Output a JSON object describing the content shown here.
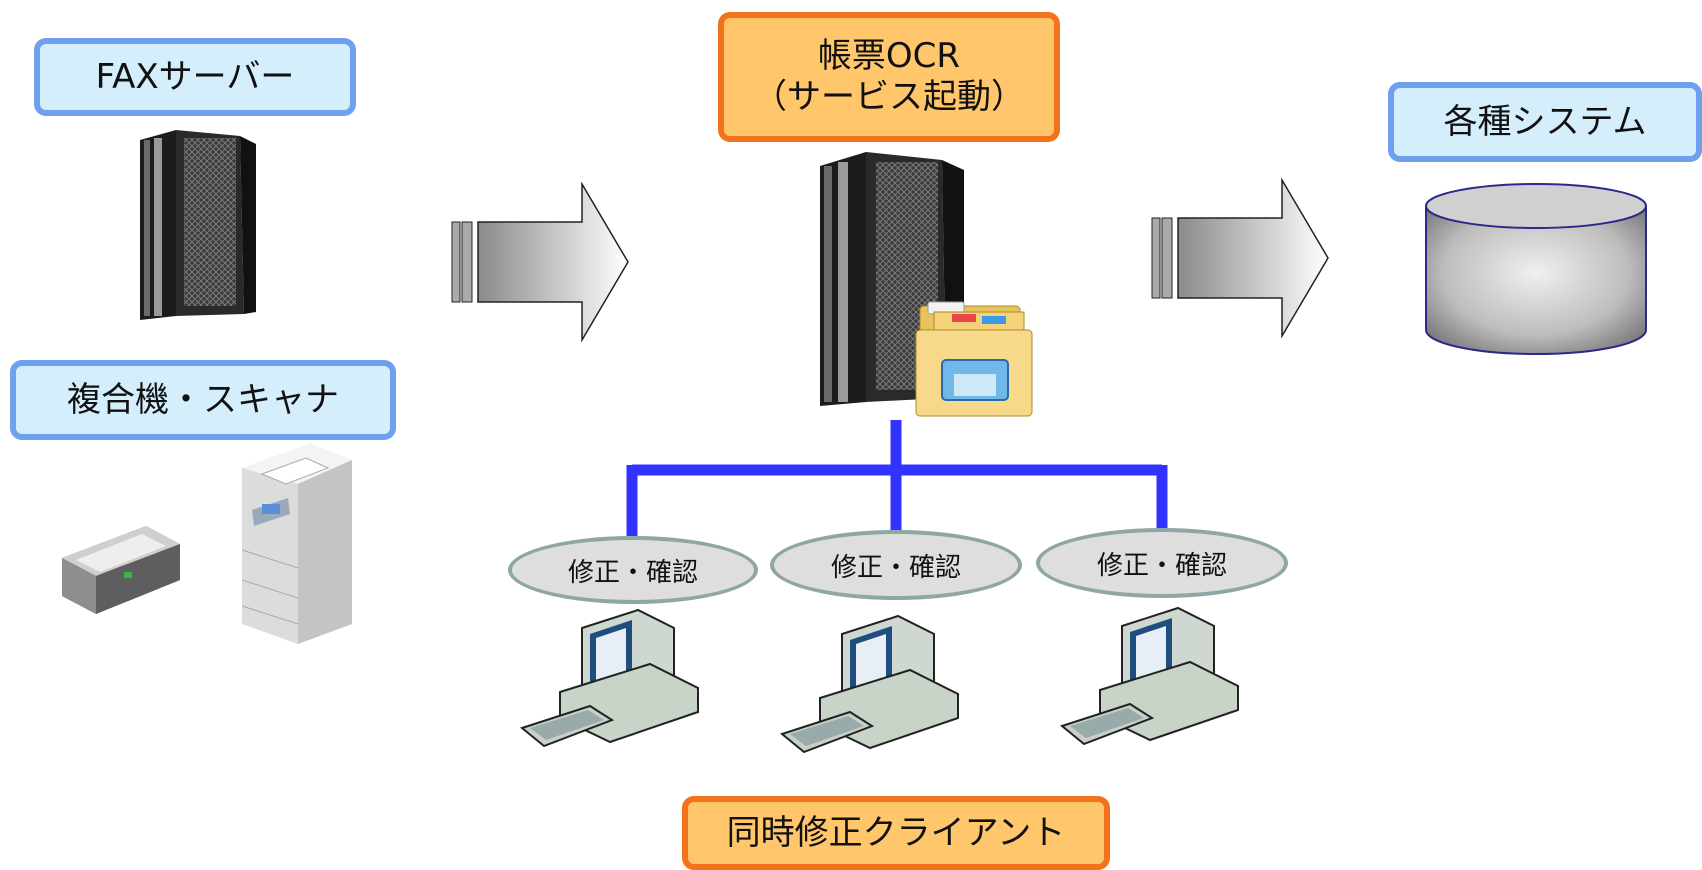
{
  "labels": {
    "fax_server": "FAXサーバー",
    "mfp_scanner": "複合機・スキャナ",
    "ocr_line1": "帳票OCR",
    "ocr_line2": "（サービス起動）",
    "systems": "各種システム",
    "clients": "同時修正クライアント"
  },
  "clients": [
    {
      "label": "修正・確認"
    },
    {
      "label": "修正・確認"
    },
    {
      "label": "修正・確認"
    }
  ],
  "colors": {
    "blue_fill": "#d4eefb",
    "blue_border": "#6fa0ee",
    "orange_fill": "#ffc66b",
    "orange_border": "#f2731c",
    "network_line": "#3333ff"
  },
  "icons": [
    "server-icon",
    "scanner-icon",
    "multifunction-printer-icon",
    "arrow-right-icon",
    "folder-icon",
    "database-icon",
    "computer-icon"
  ]
}
